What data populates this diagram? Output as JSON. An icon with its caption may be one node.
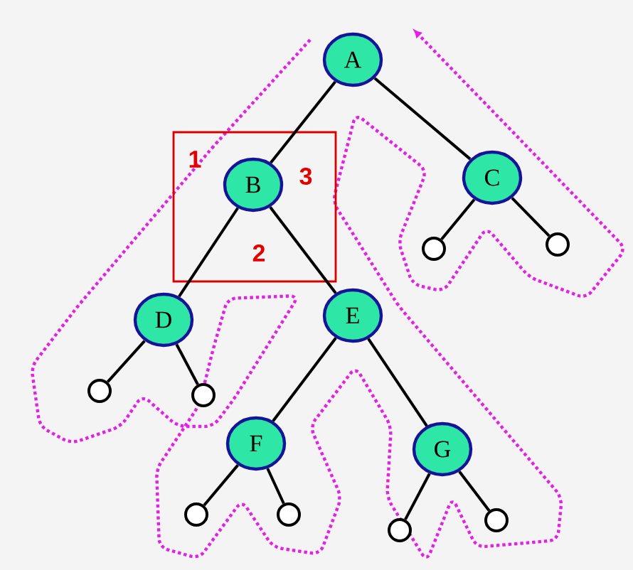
{
  "diagram": {
    "nodes": [
      {
        "text": [
          "A"
        ]
      },
      {
        "text": [
          "B"
        ]
      },
      {
        "text": [
          "C"
        ]
      },
      {
        "text": [],
        "shape": "circle"
      },
      {
        "text": [],
        "shape": "circle"
      },
      {
        "text": [
          "D"
        ]
      },
      {
        "text": [
          "E"
        ]
      },
      {
        "text": [],
        "shape": "circle"
      },
      {
        "text": [],
        "shape": "circle"
      },
      {
        "text": [
          "F"
        ]
      },
      {
        "text": [
          "G"
        ]
      },
      {
        "text": [],
        "shape": "circle"
      },
      {
        "text": [],
        "shape": "circle"
      },
      {
        "text": [],
        "shape": "circle"
      },
      {
        "text": [],
        "shape": "circle"
      }
    ],
    "edges": [
      {
        "from": 0,
        "to": 1,
        "arrow": "none"
      },
      {
        "from": 0,
        "to": 2,
        "arrow": "none"
      },
      {
        "from": 1,
        "to": 5,
        "arrow": "none"
      },
      {
        "from": 1,
        "to": 6,
        "arrow": "none"
      },
      {
        "from": 2,
        "to": 3,
        "arrow": "none"
      },
      {
        "from": 2,
        "to": 4,
        "arrow": "none"
      },
      {
        "from": 5,
        "to": 7,
        "arrow": "none"
      },
      {
        "from": 5,
        "to": 8,
        "arrow": "none"
      },
      {
        "from": 6,
        "to": 9,
        "arrow": "none"
      },
      {
        "from": 6,
        "to": 10,
        "arrow": "none"
      },
      {
        "from": 9,
        "to": 11,
        "arrow": "none"
      },
      {
        "from": 9,
        "to": 12,
        "arrow": "none"
      },
      {
        "from": 10,
        "to": 13,
        "arrow": "none"
      },
      {
        "from": 10,
        "to": 14,
        "arrow": "none"
      }
    ],
    "labels": [
      "1",
      "3",
      "2"
    ]
  }
}
